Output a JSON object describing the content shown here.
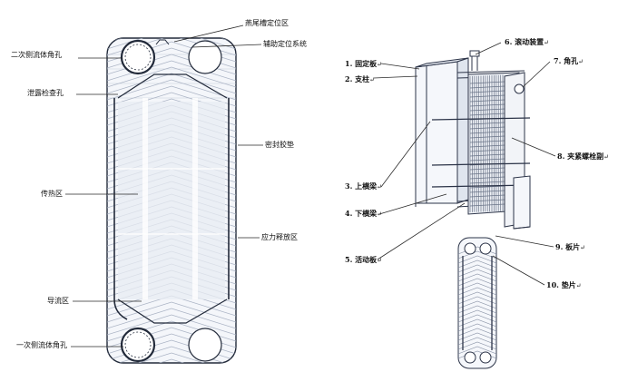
{
  "plate_diagram": {
    "labels": {
      "swallowtail_slot": "燕尾槽定位区",
      "aux_positioning": "辅助定位系统",
      "secondary_port": "二次侧流体角孔",
      "leak_hole": "泄露检查孔",
      "gasket": "密封胶垫",
      "heat_zone": "传热区",
      "stress_zone": "应力释放区",
      "flow_zone": "导流区",
      "primary_port": "一次侧流体角孔"
    }
  },
  "assembly_diagram": {
    "labels": {
      "fixed_plate": "1. 固定板",
      "support_column": "2. 支柱",
      "upper_beam": "3. 上横梁",
      "lower_beam": "4. 下横梁",
      "movable_plate": "5. 活动板",
      "rolling_device": "6. 滚动装置",
      "port": "7. 角孔",
      "clamp_bolt": "8. 夹紧螺栓副",
      "plate": "9. 板片",
      "gasket": "10. 垫片"
    },
    "arrow_glyph": "↵"
  },
  "colors": {
    "stroke": "#222a3a",
    "fill": "#eef2f8",
    "leader": "#2a2a2a"
  }
}
